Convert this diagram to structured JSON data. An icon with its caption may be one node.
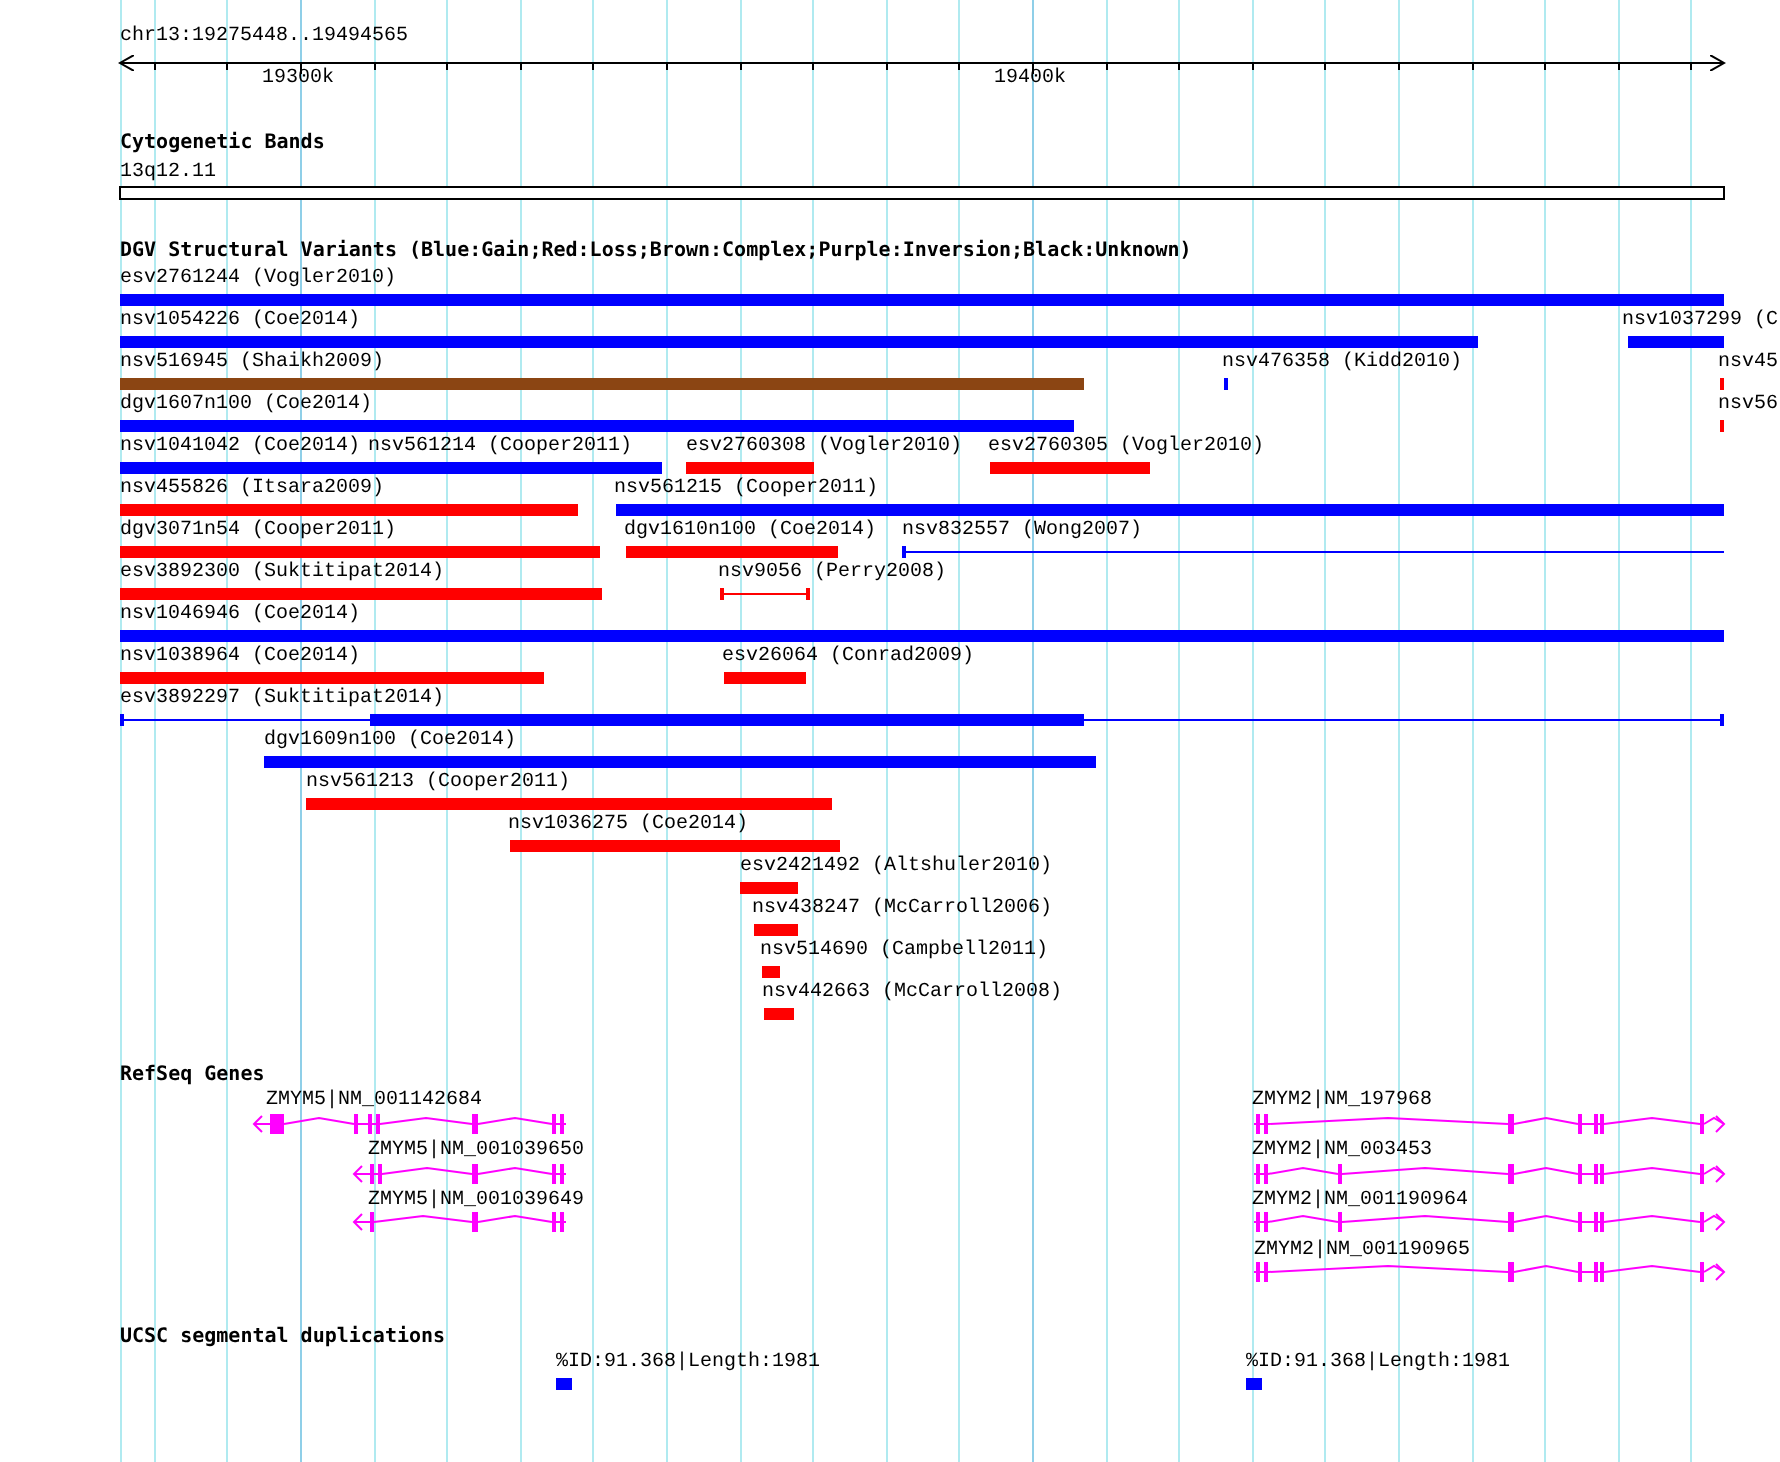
{
  "diagram": {
    "labels": [
      "chr13:19275448..19494565",
      "19300k",
      "19400k",
      "Cytogenetic Bands",
      "13q12.11",
      "DGV Structural Variants (Blue:Gain;Red:Loss;Brown:Complex;Purple:Inversion;Black:Unknown)",
      "esv2761244 (Vogler2010)",
      "nsv1054226 (Coe2014)",
      "nsv1037299 (C",
      "nsv516945 (Shaikh2009)",
      "nsv476358 (Kidd2010)",
      "nsv45",
      "dgv1607n100 (Coe2014)",
      "nsv56",
      "nsv1041042 (Coe2014)",
      "nsv561214 (Cooper2011)",
      "esv2760308 (Vogler2010)",
      "esv2760305 (Vogler2010)",
      "nsv455826 (Itsara2009)",
      "nsv561215 (Cooper2011)",
      "dgv3071n54 (Cooper2011)",
      "dgv1610n100 (Coe2014)",
      "nsv832557 (Wong2007)",
      "esv3892300 (Suktitipat2014)",
      "nsv9056 (Perry2008)",
      "nsv1046946 (Coe2014)",
      "nsv1038964 (Coe2014)",
      "esv26064 (Conrad2009)",
      "esv3892297 (Suktitipat2014)",
      "dgv1609n100 (Coe2014)",
      "nsv561213 (Cooper2011)",
      "nsv1036275 (Coe2014)",
      "esv2421492 (Altshuler2010)",
      "nsv438247 (McCarroll2006)",
      "nsv514690 (Campbell2011)",
      "nsv442663 (McCarroll2008)",
      "RefSeq Genes",
      "ZMYM5|NM_001142684",
      "ZMYM5|NM_001039650",
      "ZMYM5|NM_001039649",
      "ZMYM2|NM_197968",
      "ZMYM2|NM_003453",
      "ZMYM2|NM_001190964",
      "ZMYM2|NM_001190965",
      "UCSC segmental duplications",
      "%ID:91.368|Length:1981",
      "%ID:91.368|Length:1981"
    ]
  }
}
